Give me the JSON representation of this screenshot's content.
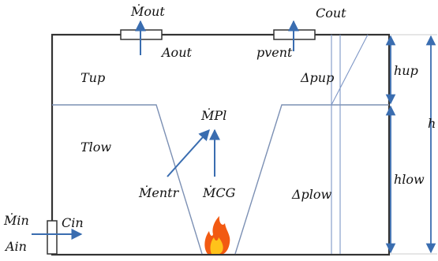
{
  "colors": {
    "walls": "#333333",
    "arrows": "#3a6db0",
    "plume": "#7c90b4",
    "guides": "#7e97c6",
    "flame_outer": "#f25a12",
    "flame_inner": "#ffc21a"
  },
  "labels": {
    "m_out": "Ṁout",
    "a_out": "Aout",
    "c_out": "Cout",
    "p_vent": "pvent",
    "t_up": "Tup",
    "t_low": "Tlow",
    "dp_up": "Δpup",
    "dp_low": "Δplow",
    "m_pl": "ṀPl",
    "m_entr": "Ṁentr",
    "m_cg": "ṀCG",
    "m_in": "Ṁin",
    "c_in": "Cin",
    "a_in": "Ain",
    "h_up": "hup",
    "h_low": "hlow",
    "h_total": "h"
  },
  "icons": {
    "fire": "flame-icon"
  }
}
